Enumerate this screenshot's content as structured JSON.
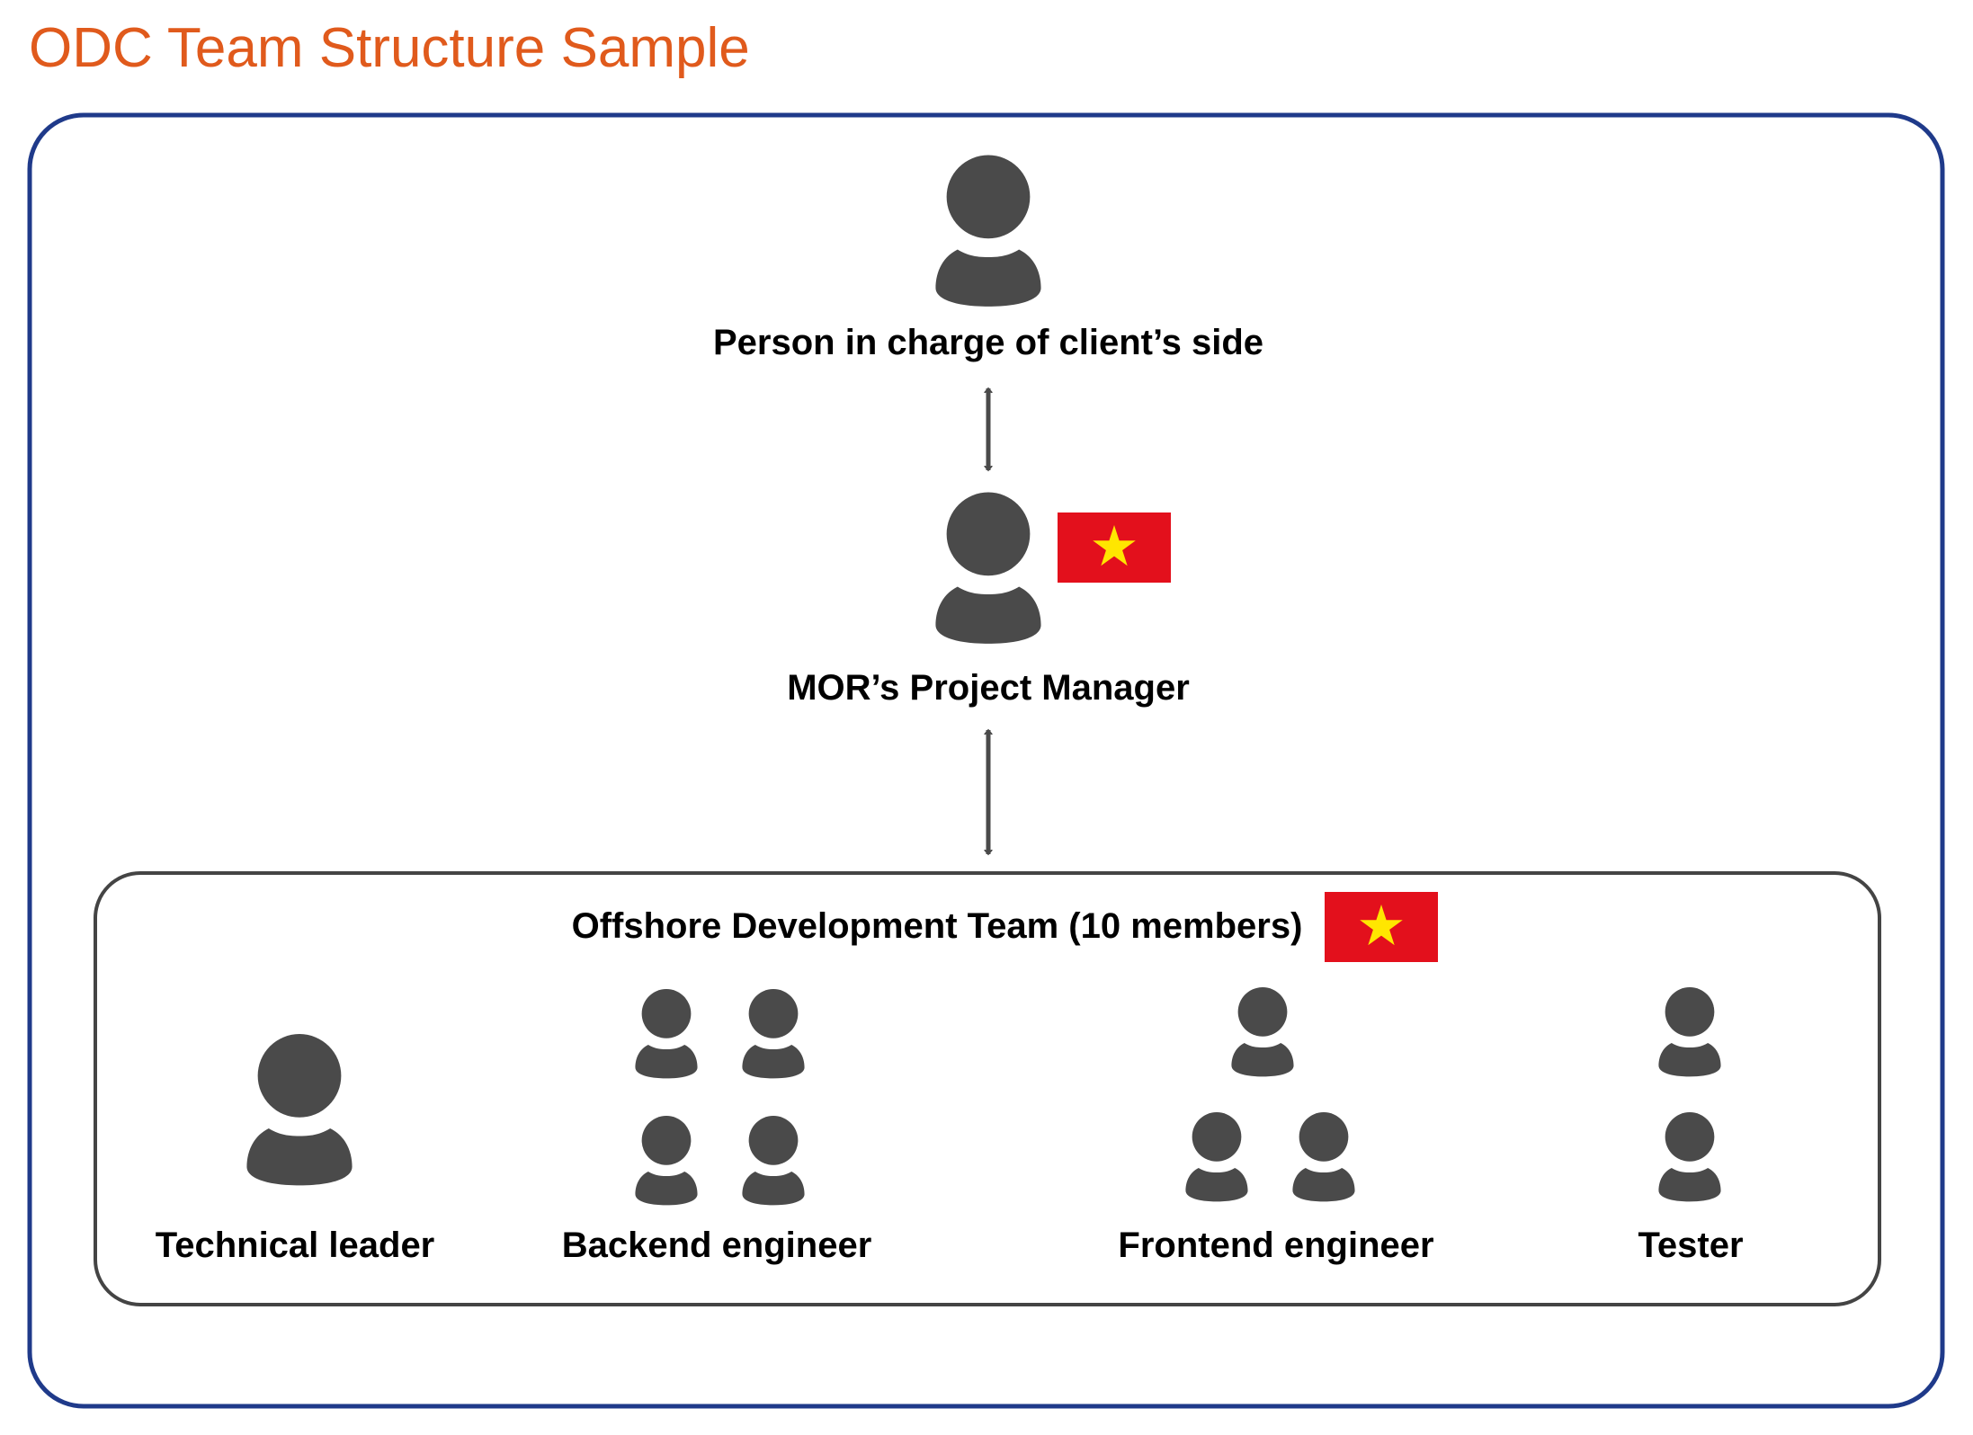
{
  "title": "ODC Team Structure Sample",
  "colors": {
    "title": "#e05a1c",
    "outer_border": "#1f3a8a",
    "inner_border": "#444444",
    "person": "#4a4a4a",
    "flag_red": "#e3101c",
    "flag_star": "#ffe600"
  },
  "client": {
    "label": "Person in charge of client’s side"
  },
  "manager": {
    "label": "MOR’s Project Manager",
    "flag": "vietnam-flag"
  },
  "team": {
    "label": "Offshore Development Team (10 members)",
    "flag": "vietnam-flag",
    "roles": [
      {
        "label": "Technical leader",
        "count": 1
      },
      {
        "label": "Backend engineer",
        "count": 4
      },
      {
        "label": "Frontend engineer",
        "count": 3
      },
      {
        "label": "Tester",
        "count": 2
      }
    ]
  }
}
